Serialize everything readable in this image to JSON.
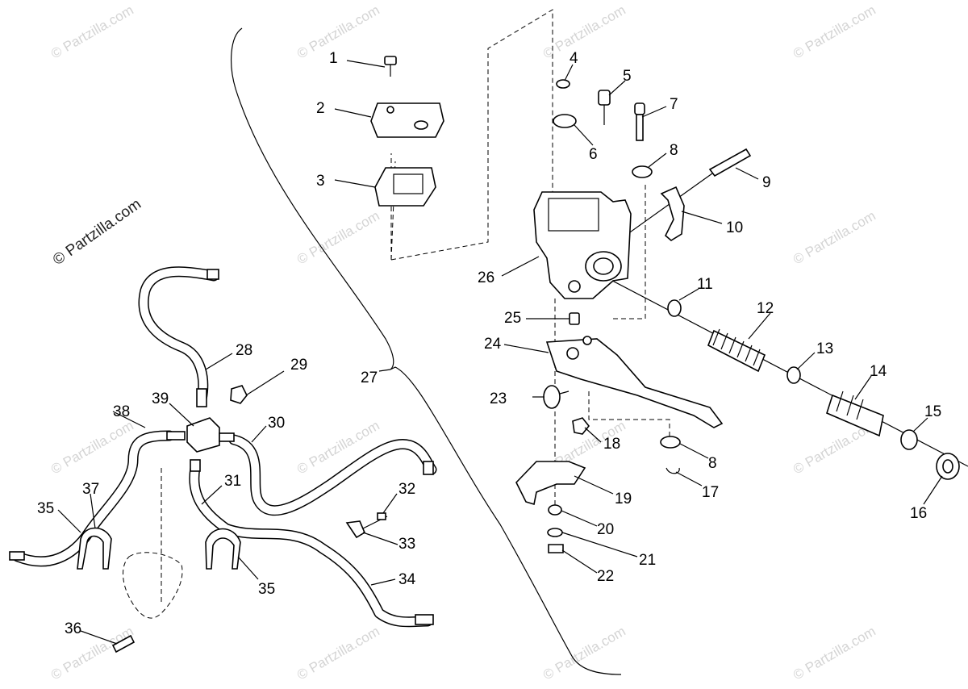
{
  "watermark": "© Partzilla.com",
  "callouts": [
    "1",
    "2",
    "3",
    "4",
    "5",
    "6",
    "7",
    "8",
    "9",
    "10",
    "11",
    "12",
    "13",
    "14",
    "15",
    "16",
    "17",
    "8",
    "19",
    "20",
    "21",
    "22",
    "23",
    "24",
    "25",
    "26",
    "27",
    "28",
    "29",
    "30",
    "31",
    "32",
    "33",
    "34",
    "35",
    "36",
    "37",
    "38",
    "39",
    "35",
    "18"
  ]
}
